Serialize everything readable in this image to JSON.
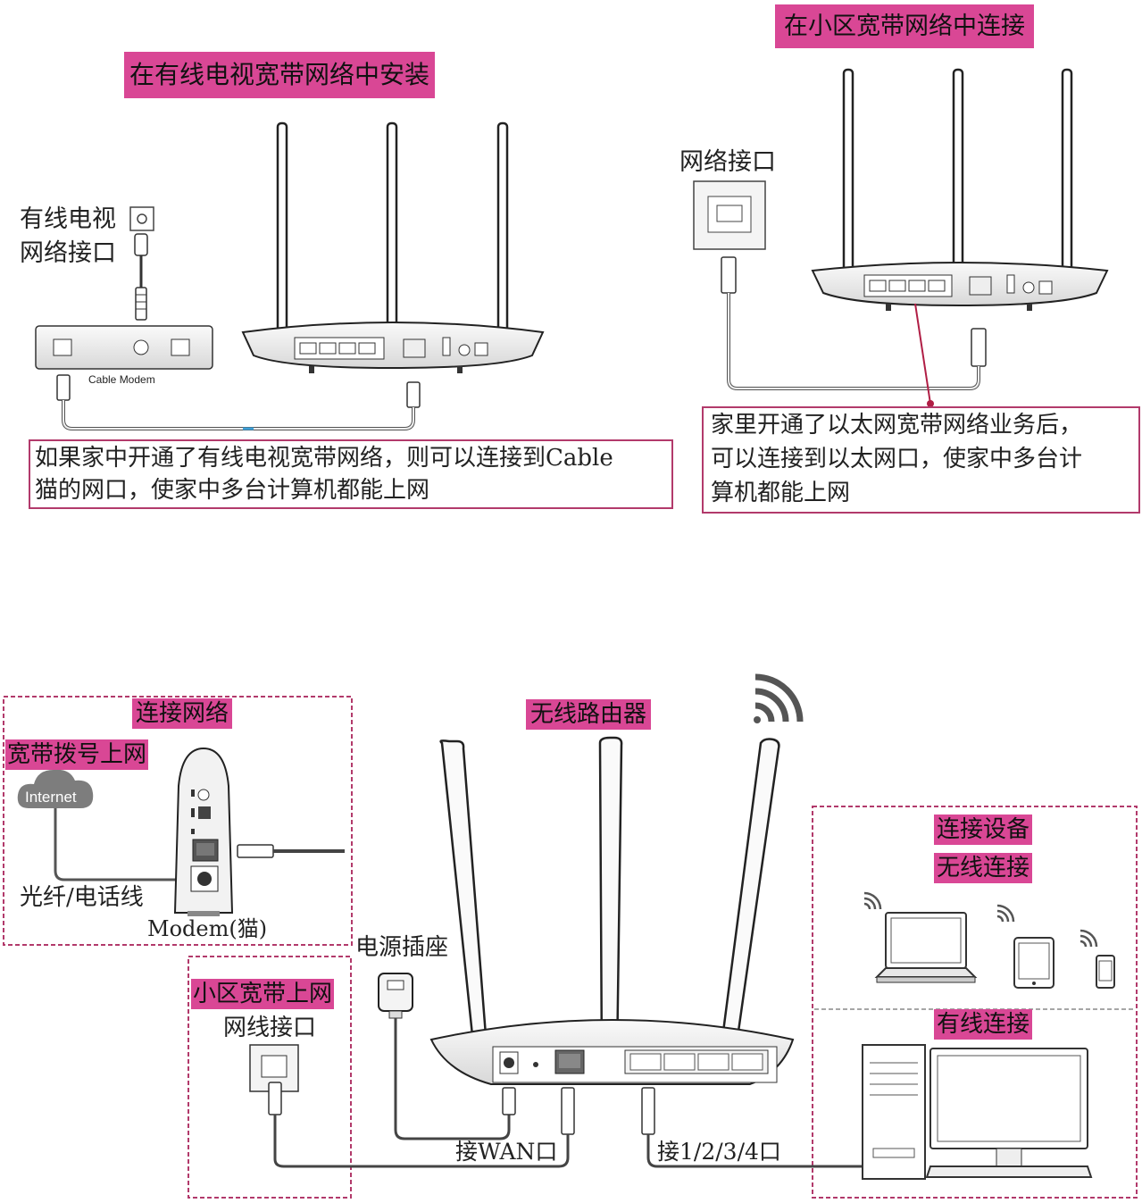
{
  "section_top_left": {
    "title": "在有线电视宽带网络中安装",
    "tv_port_label_line1": "有线电视",
    "tv_port_label_line2": "网络接口",
    "modem_label": "Cable Modem",
    "caption_line1": "如果家中开通了有线电视宽带网络，则可以连接到Cable",
    "caption_line2": "猫的网口，使家中多台计算机都能上网"
  },
  "section_top_right": {
    "title": "在小区宽带网络中连接",
    "port_label": "网络接口",
    "caption_line1": "家里开通了以太网宽带网络业务后，",
    "caption_line2": "可以连接到以太网口，使家中多台计",
    "caption_line3": "算机都能上网"
  },
  "section_bottom": {
    "connect_network_title": "连接网络",
    "dialup_title": "宽带拨号上网",
    "internet_label": "Internet",
    "fiber_label": "光纤/电话线",
    "modem_label": "Modem(猫)",
    "router_title": "无线路由器",
    "power_label": "电源插座",
    "community_title": "小区宽带上网",
    "lan_port_label": "网线接口",
    "wan_label": "接WAN口",
    "lan_label": "接1/2/3/4口",
    "devices_title": "连接设备",
    "wireless_title": "无线连接",
    "wired_title": "有线连接"
  },
  "colors": {
    "tag_background": "#d94795",
    "caption_border": "#b23a6b",
    "dashed_border": "#b23a6b"
  },
  "icons": [
    "router-icon",
    "cable-modem-icon",
    "wall-port-icon",
    "ethernet-plug-icon",
    "cloud-icon",
    "wifi-signal-icon",
    "laptop-icon",
    "tablet-icon",
    "phone-icon",
    "desktop-computer-icon",
    "power-adapter-icon"
  ]
}
